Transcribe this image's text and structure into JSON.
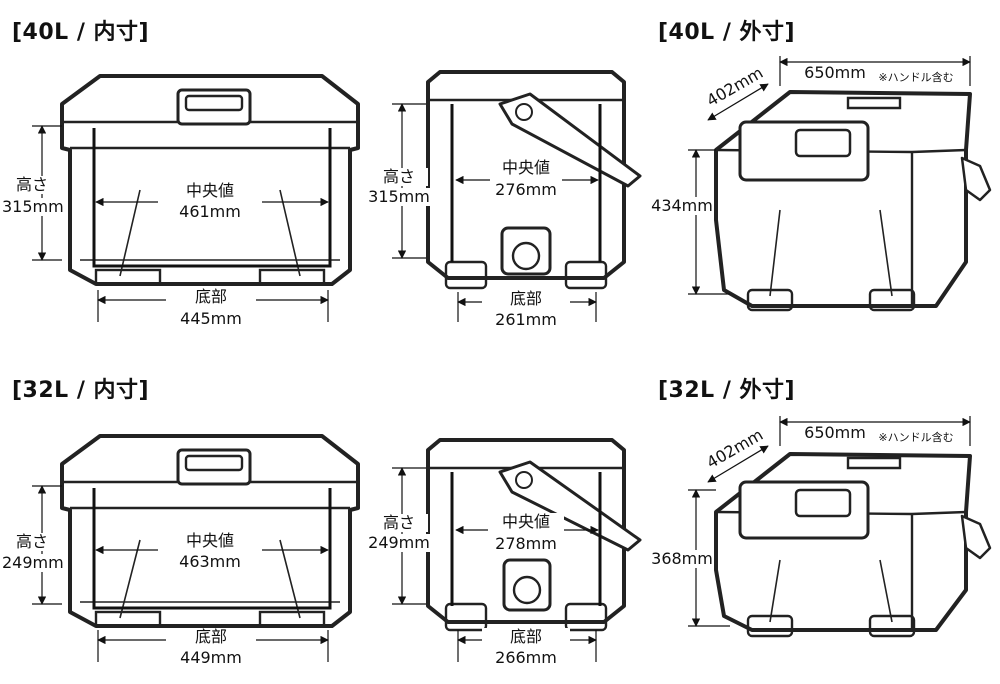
{
  "sections": {
    "l40_inner": {
      "title": "[40L / 内寸]"
    },
    "l40_outer": {
      "title": "[40L / 外寸]"
    },
    "l32_inner": {
      "title": "[32L / 内寸]"
    },
    "l32_outer": {
      "title": "[32L / 外寸]"
    }
  },
  "dims": {
    "l40": {
      "front_height_label": "高さ",
      "front_height_value": "315mm",
      "front_center_label": "中央値",
      "front_center_value": "461mm",
      "front_bottom_label": "底部",
      "front_bottom_value": "445mm",
      "side_height_label": "高さ",
      "side_height_value": "315mm",
      "side_center_label": "中央値",
      "side_center_value": "276mm",
      "side_bottom_label": "底部",
      "side_bottom_value": "261mm",
      "outer_depth": "402mm",
      "outer_width": "650mm",
      "outer_width_note": "※ハンドル含む",
      "outer_height": "434mm"
    },
    "l32": {
      "front_height_label": "高さ",
      "front_height_value": "249mm",
      "front_center_label": "中央値",
      "front_center_value": "463mm",
      "front_bottom_label": "底部",
      "front_bottom_value": "449mm",
      "side_height_label": "高さ",
      "side_height_value": "249mm",
      "side_center_label": "中央値",
      "side_center_value": "278mm",
      "side_bottom_label": "底部",
      "side_bottom_value": "266mm",
      "outer_depth": "402mm",
      "outer_width": "650mm",
      "outer_width_note": "※ハンドル含む",
      "outer_height": "368mm"
    }
  }
}
